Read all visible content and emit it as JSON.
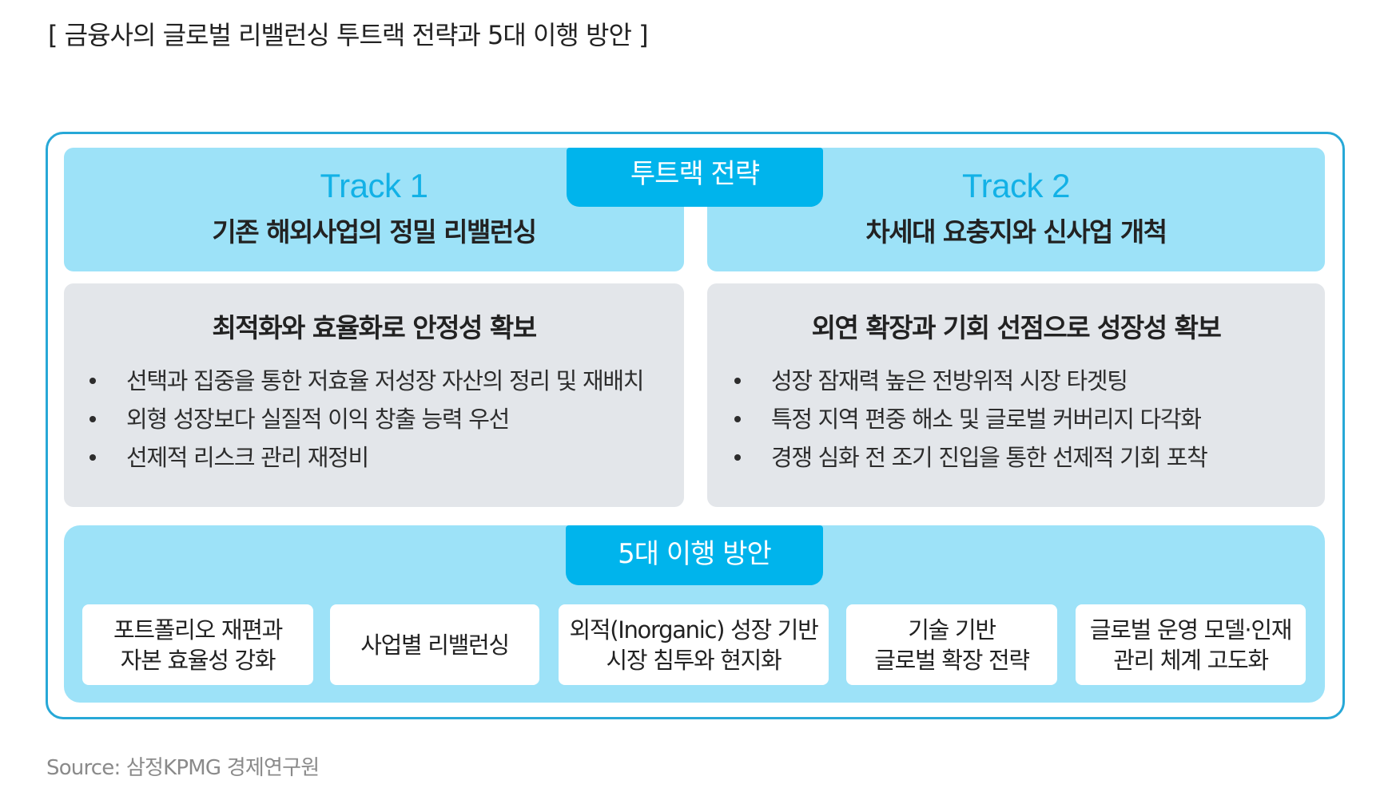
{
  "title": "[ 금융사의 글로벌 리밸런싱 투트랙 전략과 5대 이행 방안 ]",
  "colors": {
    "frame_border": "#27A8D7",
    "track_panel": "#9DE2F8",
    "tab_fill": "#00B4EC",
    "track_label": "#12B1E6",
    "gray_panel": "#E3E6EA",
    "box_fill": "#FFFFFF"
  },
  "strategy_tab": {
    "label": "투트랙 전략"
  },
  "tracks": [
    {
      "label": "Track 1",
      "subtitle": "기존 해외사업의 정밀 리밸런싱",
      "detail": {
        "heading": "최적화와 효율화로 안정성 확보",
        "bullets": [
          "선택과 집중을 통한 저효율 저성장 자산의 정리 및 재배치",
          "외형 성장보다 실질적 이익 창출 능력 우선",
          "선제적 리스크 관리 재정비"
        ]
      }
    },
    {
      "label": "Track 2",
      "subtitle": "차세대 요충지와 신사업 개척",
      "detail": {
        "heading": "외연 확장과 기회 선점으로 성장성 확보",
        "bullets": [
          "성장 잠재력 높은 전방위적 시장 타겟팅",
          "특정 지역 편중 해소 및 글로벌 커버리지 다각화",
          "경쟁 심화 전 조기 진입을 통한 선제적 기회 포착"
        ]
      }
    }
  ],
  "actions_tab": {
    "label": "5대 이행 방안"
  },
  "actions": [
    "포트폴리오 재편과\n자본 효율성 강화",
    "사업별 리밸런싱",
    "외적(Inorganic) 성장 기반\n시장 침투와 현지화",
    "기술 기반\n글로벌 확장 전략",
    "글로벌 운영 모델·인재\n관리 체계 고도화"
  ],
  "source": "Source: 삼정KPMG 경제연구원"
}
